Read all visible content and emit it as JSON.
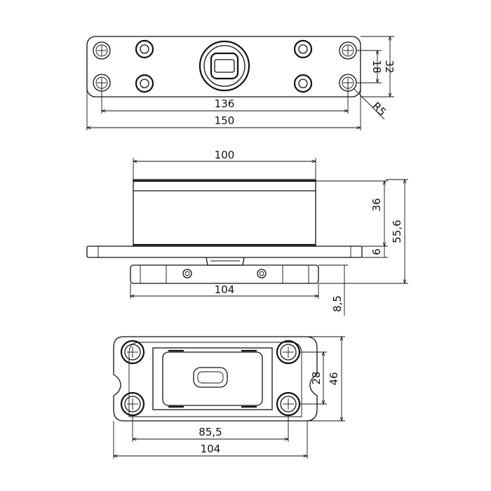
{
  "drawing": {
    "top_view": {
      "dim_bolt_spacing": "136",
      "dim_overall_length": "150",
      "dim_hole_pitch": "18",
      "dim_plate_height": "32",
      "dim_corner_radius": "R5"
    },
    "side_view": {
      "dim_body_width": "100",
      "dim_body_height": "36",
      "dim_total_height": "55,6",
      "dim_plate_thickness": "6",
      "dim_lower_width": "104",
      "dim_lower_depth": "8,5"
    },
    "bottom_view": {
      "dim_hole_spacing": "85,5",
      "dim_overall_width": "104",
      "dim_hole_pitch": "28",
      "dim_overall_height": "46"
    }
  }
}
